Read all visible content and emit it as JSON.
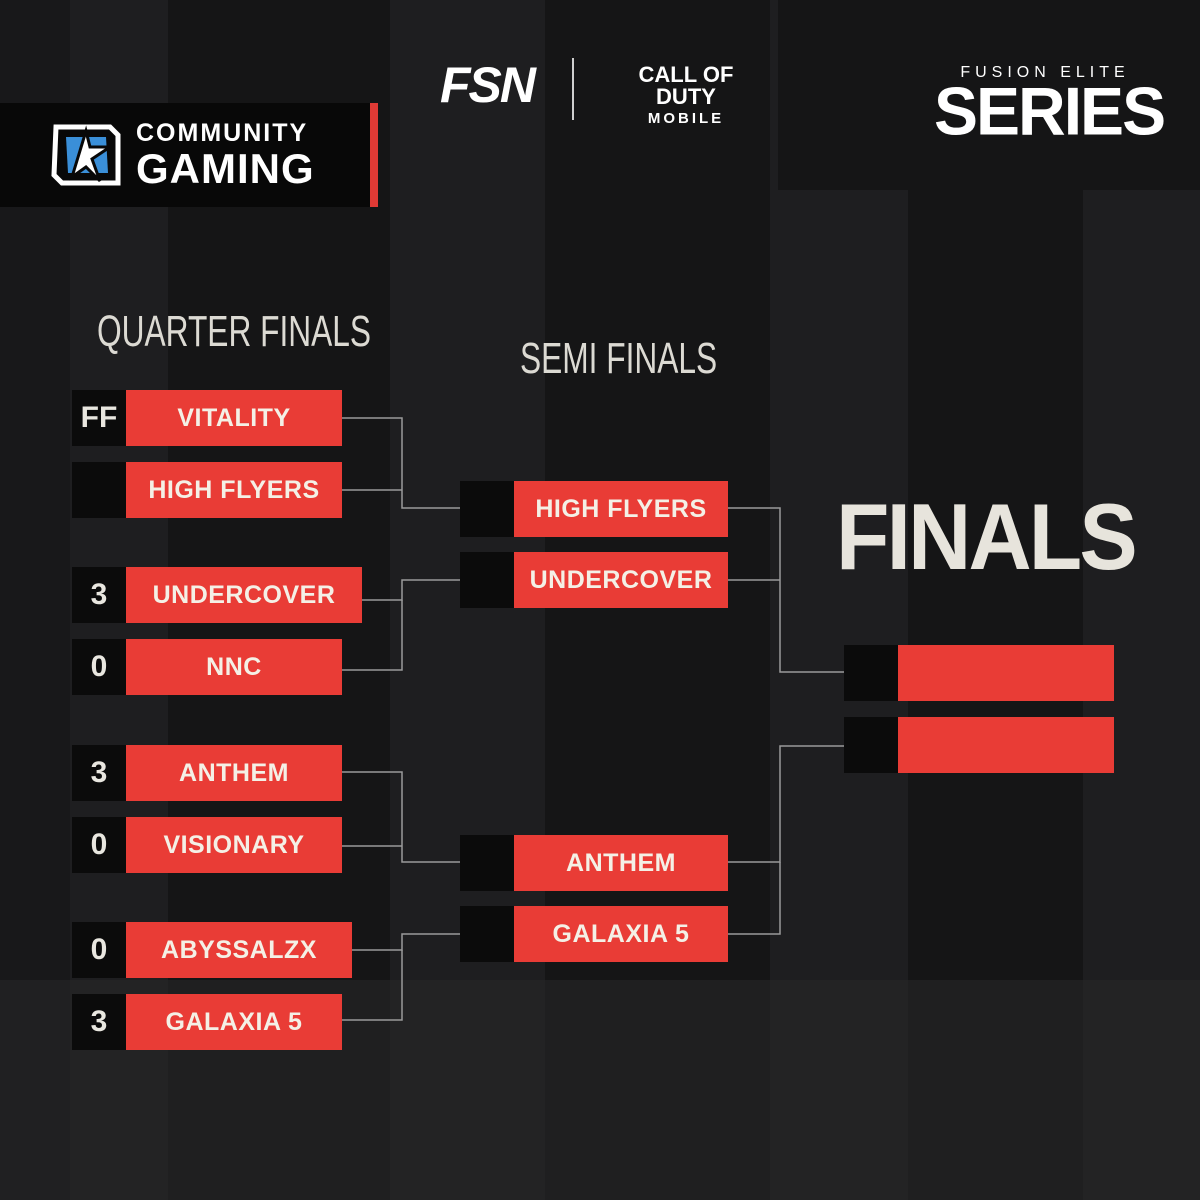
{
  "branding": {
    "community_gaming_line1": "COMMUNITY",
    "community_gaming_line2": "GAMING",
    "fsn": "FSN",
    "cod_title": "CALL OF DUTY",
    "cod_subtitle": "MOBILE",
    "fes_top": "FUSION ELITE",
    "fes_series": "SERIES"
  },
  "rounds": {
    "quarter": "QUARTER FINALS",
    "semi": "SEMI FINALS",
    "finals": "FINALS"
  },
  "quarter_finals": [
    {
      "score": "FF",
      "team": "VITALITY"
    },
    {
      "score": "",
      "team": "HIGH FLYERS"
    },
    {
      "score": "3",
      "team": "UNDERCOVER"
    },
    {
      "score": "0",
      "team": "NNC"
    },
    {
      "score": "3",
      "team": "ANTHEM"
    },
    {
      "score": "0",
      "team": "VISIONARY"
    },
    {
      "score": "0",
      "team": "ABYSSALZX"
    },
    {
      "score": "3",
      "team": "GALAXIA 5"
    }
  ],
  "semi_finals": [
    {
      "score": "",
      "team": "HIGH FLYERS"
    },
    {
      "score": "",
      "team": "UNDERCOVER"
    },
    {
      "score": "",
      "team": "ANTHEM"
    },
    {
      "score": "",
      "team": "GALAXIA 5"
    }
  ],
  "finals": [
    {
      "score": "",
      "team": ""
    },
    {
      "score": "",
      "team": ""
    }
  ],
  "colors": {
    "accent_red": "#e93c36",
    "score_box": "#0b0b0b",
    "background": "#1e1e20"
  }
}
